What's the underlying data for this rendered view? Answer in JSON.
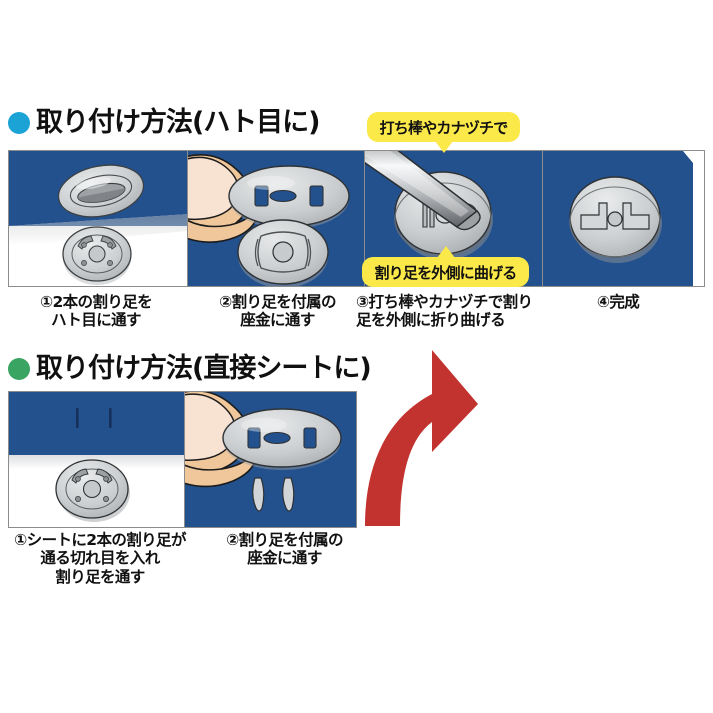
{
  "page": {
    "background": "#ffffff",
    "blue_fabric": "#23518d",
    "red_arrow_color": "#c2332f",
    "callout_color": "#fbe94a",
    "metal_color": "#cfd2d4"
  },
  "sections": [
    {
      "id": "eyelet",
      "bullet_color": "#1ba3d6",
      "bullet_icon": "blue-dot-icon",
      "title": "取り付け方法(ハト目に)",
      "panels": [
        {
          "id": "p1",
          "scene": "grommet-and-snap",
          "caption": "①2本の割り足を\nハト目に通す"
        },
        {
          "id": "p2",
          "scene": "finger-washer-snap",
          "caption": "②割り足を付属の\n座金に通す"
        },
        {
          "id": "p3",
          "scene": "punch-bending-prongs",
          "caption": "③打ち棒やカナヅチで割り\n足を外側に折り曲げる"
        },
        {
          "id": "p4",
          "scene": "finished-snap",
          "caption": "④完成"
        }
      ],
      "callouts": [
        {
          "id": "c1",
          "text": "打ち棒やカナヅチで",
          "tail": "down"
        },
        {
          "id": "c2",
          "text": "割り足を外側に曲げる",
          "tail": "up"
        }
      ]
    },
    {
      "id": "direct-sheet",
      "bullet_color": "#3aa563",
      "bullet_icon": "green-dot-icon",
      "title": "取り付け方法(直接シートに)",
      "panels": [
        {
          "id": "b1",
          "scene": "sheet-with-slits-and-snap",
          "caption": "①シートに2本の割り足が\n通る切れ目を入れ\n割り足を通す"
        },
        {
          "id": "b2",
          "scene": "finger-washer-prongs",
          "caption": "②割り足を付属の\n座金に通す"
        }
      ]
    }
  ],
  "arrow": {
    "id": "flow-arrow",
    "label": "curved-up-right-arrow",
    "color": "#c2332f"
  }
}
